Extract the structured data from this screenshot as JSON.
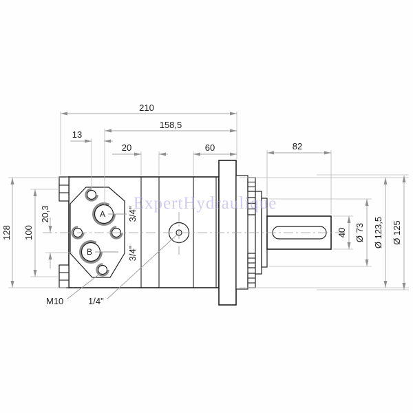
{
  "drawing": {
    "watermark": "ExpertHydraulique",
    "dims": {
      "d210": "210",
      "d158": "158,5",
      "d13": "13",
      "d20": "20",
      "d60": "60",
      "d82": "82",
      "d128": "128",
      "d100": "100",
      "d203": "20,3",
      "d40": "40",
      "d73": "Ø 73",
      "d1235": "Ø 123,5",
      "d125": "Ø 125"
    },
    "ports": {
      "a": "A",
      "b": "B",
      "thread_a": "3/4\"",
      "thread_b": "3/4\""
    },
    "labels": {
      "m10": "M10",
      "quarter": "1/4\""
    },
    "colors": {
      "part_line": "#1f1f1f",
      "dimension_line": "#a5a5a5",
      "thread_arc": "#8d8d8d",
      "text": "#1b1b1b",
      "watermark": "#b3a9e9",
      "background": "#fefefe"
    }
  }
}
